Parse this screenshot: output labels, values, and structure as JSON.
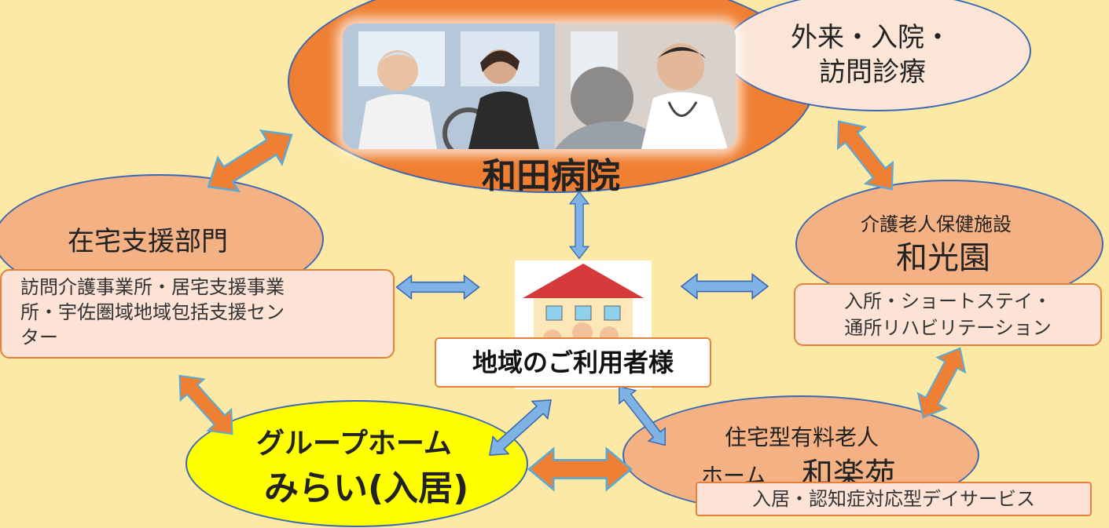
{
  "hospital": {
    "name": "和田病院"
  },
  "outpatient": {
    "line1": "外来・入院・",
    "line2": "訪問診療"
  },
  "homecare": {
    "title": "在宅支援部門",
    "services": [
      "訪問介護事業所・居宅支援事業",
      "所・宇佐圏域地域包括支援セン",
      "ター"
    ]
  },
  "kokoen": {
    "subtitle": "介護老人保健施設",
    "title": "和光園",
    "services": [
      "入所・ショートステイ・",
      "通所リハビリテーション"
    ]
  },
  "center": {
    "label": "地域のご利用者様"
  },
  "grouphome": {
    "line1": "グループホーム",
    "line2": "みらい(入居)"
  },
  "warakuen": {
    "line1": "住宅型有料老人",
    "line2_prefix": "ホーム",
    "line2_name": "和楽苑",
    "services": "入居・認知症対応型デイサービス"
  },
  "colors": {
    "background": "#fde9a6",
    "hospital_fill": "#ef7f33",
    "salmon_fill": "#f4b183",
    "light_fill": "#fbe5d6",
    "grouphome_fill": "#ffff00",
    "orange_arrow": "#ef7f33",
    "blue_arrow": "#7fb2e5",
    "border_blue": "#3b67b3"
  }
}
